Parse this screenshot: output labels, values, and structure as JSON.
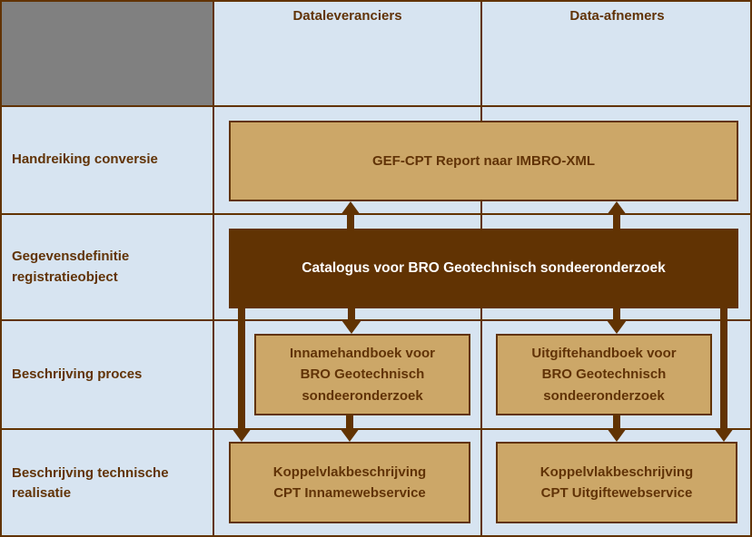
{
  "palette": {
    "bg": "#D7E4F1",
    "cellGray": "#808080",
    "boxTan": "#CCA768",
    "brown": "#613303",
    "textBrown": "#613307",
    "boxTextLight": "#FFFFFF"
  },
  "header": {
    "columns": [
      {
        "label": "Dataleveranciers"
      },
      {
        "label": "Data-afnemers"
      }
    ]
  },
  "rows": [
    {
      "label": "Handreiking conversie"
    },
    {
      "label": "Gegevensdefinitie\nregistratieobject"
    },
    {
      "label": "Beschrijving proces"
    },
    {
      "label": "Beschrijving technische\nrealisatie"
    }
  ],
  "boxes": {
    "gef": {
      "label": "GEF-CPT Report naar IMBRO-XML"
    },
    "catalogus": {
      "label": "Catalogus voor BRO Geotechnisch sondeeronderzoek"
    },
    "innamehandboek": {
      "label": "Innamehandboek voor\nBRO Geotechnisch\nsondeeronderzoek"
    },
    "uitgiftehandboek": {
      "label": "Uitgiftehandboek voor\nBRO Geotechnisch\nsondeeronderzoek"
    },
    "koppelvlak_inname": {
      "label": "Koppelvlakbeschrijving\nCPT Innamewebservice"
    },
    "koppelvlak_uitgifte": {
      "label": "Koppelvlakbeschrijving\nCPT Uitgiftewebservice"
    }
  }
}
